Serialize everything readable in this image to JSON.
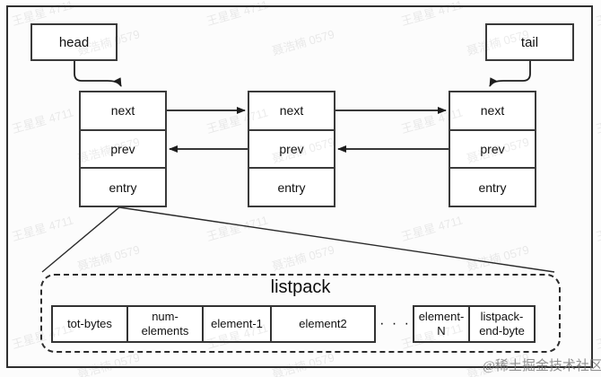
{
  "diagram": {
    "head_label": "head",
    "tail_label": "tail",
    "nodes": [
      {
        "rows": [
          "next",
          "prev",
          "entry"
        ]
      },
      {
        "rows": [
          "next",
          "prev",
          "entry"
        ]
      },
      {
        "rows": [
          "next",
          "prev",
          "entry"
        ]
      }
    ],
    "listpack": {
      "title": "listpack",
      "cells": [
        "tot-bytes",
        "num-elements",
        "element-1",
        "element2",
        "element-N",
        "listpack-end-byte"
      ],
      "ellipsis": "· · ·"
    }
  },
  "watermarks": {
    "user_a": "王星星 4711",
    "user_b": "聂浩楠 0579",
    "site_credit": "@稀土掘金技术社区"
  },
  "colors": {
    "line": "#222222",
    "border": "#3a3a3a",
    "background": "#fcfcfc",
    "box_fill": "#ffffff",
    "watermark_gray": "#aaaaaa"
  }
}
